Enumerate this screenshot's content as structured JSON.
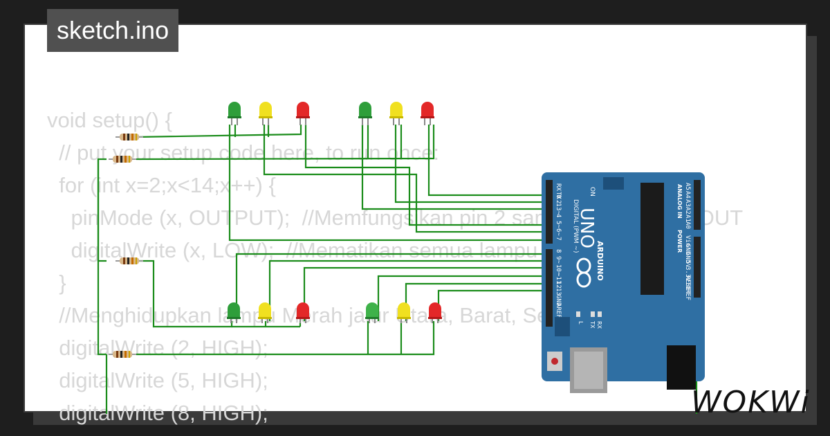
{
  "title": "sketch.ino",
  "code_lines": [
    "void setup() {",
    "  // put your setup code here, to run once:",
    "  for (int x=2;x<14;x++) {",
    "    pinMode (x, OUTPUT);  //Memfungsikan pin 2 sampai 13 sebagai OUT",
    "    digitalWrite (x, LOW);  //Mematikan semua lampu",
    "  }",
    "  //Menghidupkan lampu Merah jalur Utara, Barat, Selatan dan Timur",
    "  digitalWrite (2, HIGH);",
    "  digitalWrite (5, HIGH);",
    "  digitalWrite (8, HIGH);"
  ],
  "board": {
    "name": "UNO",
    "brand": "ARDUINO",
    "on_label": "ON",
    "digital_label": "DIGITAL (PWM ~)",
    "analog_label": "ANALOG IN",
    "power_label": "POWER",
    "tx_label": "TX",
    "rx_label": "RX",
    "l_label": "L",
    "digital_pins_top": [
      "RX 0",
      "TX 1",
      "2",
      "3~",
      "4",
      "5~",
      "6~",
      "7"
    ],
    "digital_pins_bottom": [
      "8",
      "9~",
      "10~",
      "~11",
      "12",
      "13",
      "GND",
      "AREF"
    ],
    "analog_pins": [
      "A5",
      "A4",
      "A3",
      "A2",
      "A1",
      "A0"
    ],
    "power_pins": [
      "Vin",
      "GND",
      "GND",
      "5V",
      "3.3V",
      "RESET",
      "IOREF"
    ]
  },
  "logo": "WOKWi",
  "colors": {
    "wire": "#1a8c1a",
    "board": "#2f6fa3",
    "led_green": "#2e9e3a",
    "led_yellow": "#f0e020",
    "led_red": "#e32828"
  }
}
